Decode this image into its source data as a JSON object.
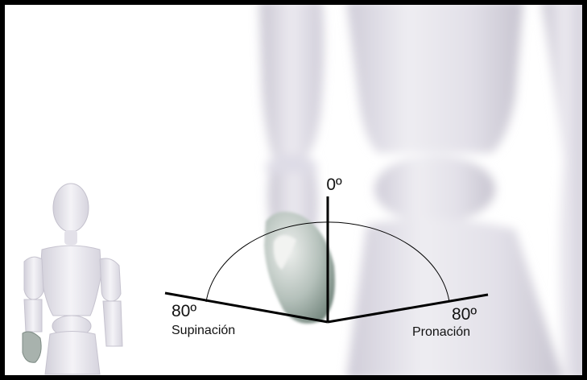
{
  "labels": {
    "neutral": "0º",
    "supination_angle": "80º",
    "supination": "Supinación",
    "pronation_angle": "80º",
    "pronation": "Pronación"
  },
  "angles_deg": {
    "neutral": 0,
    "supination": 80,
    "pronation": 80
  },
  "colors": {
    "frame": "#000000",
    "background": "#ffffff",
    "mannequin": "#e4e2ea",
    "mannequin_shadow": "#b9b6c4",
    "hand": "#7d8f86",
    "lines": "#000000"
  }
}
